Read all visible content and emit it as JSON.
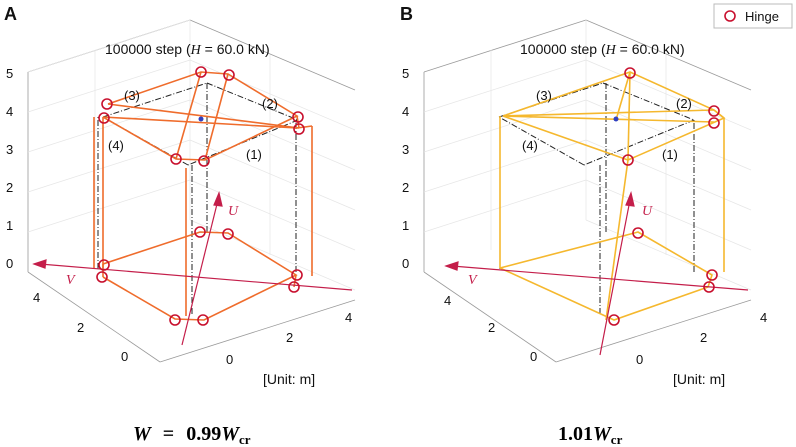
{
  "panels": [
    {
      "letter": "A",
      "title_prefix": "100000 step (",
      "title_var": "H",
      "title_suffix": " = 60.0 kN)",
      "frame_color": "#ef6c2c",
      "z_ticks": [
        "0",
        "1",
        "2",
        "3",
        "4",
        "5"
      ],
      "v_ticks": [
        "4",
        "2",
        "0"
      ],
      "u_ticks": [
        "0",
        "2",
        "4"
      ],
      "member_labels": [
        "(1)",
        "(2)",
        "(3)",
        "(4)"
      ],
      "axis_v": "V",
      "axis_u": "U",
      "unit_label": "[Unit: m]",
      "caption_lhs": "W",
      "caption_eq": "=",
      "caption_value": "0.99",
      "caption_sym": "W",
      "caption_sub": "cr"
    },
    {
      "letter": "B",
      "title_prefix": "100000 step (",
      "title_var": "H",
      "title_suffix": " = 60.0 kN)",
      "frame_color": "#f5b82e",
      "z_ticks": [
        "0",
        "1",
        "2",
        "3",
        "4",
        "5"
      ],
      "v_ticks": [
        "4",
        "2",
        "0"
      ],
      "u_ticks": [
        "0",
        "2",
        "4"
      ],
      "member_labels": [
        "(1)",
        "(2)",
        "(3)",
        "(4)"
      ],
      "axis_v": "V",
      "axis_u": "U",
      "unit_label": "[Unit: m]",
      "caption_value": "1.01",
      "caption_sym": "W",
      "caption_sub": "cr"
    }
  ],
  "legend": {
    "label": "Hinge",
    "marker_color": "#c8102e"
  },
  "colors": {
    "axis_arrow": "#c41e4a",
    "reference_line": "#222222",
    "grid": "#e6e6e6"
  }
}
